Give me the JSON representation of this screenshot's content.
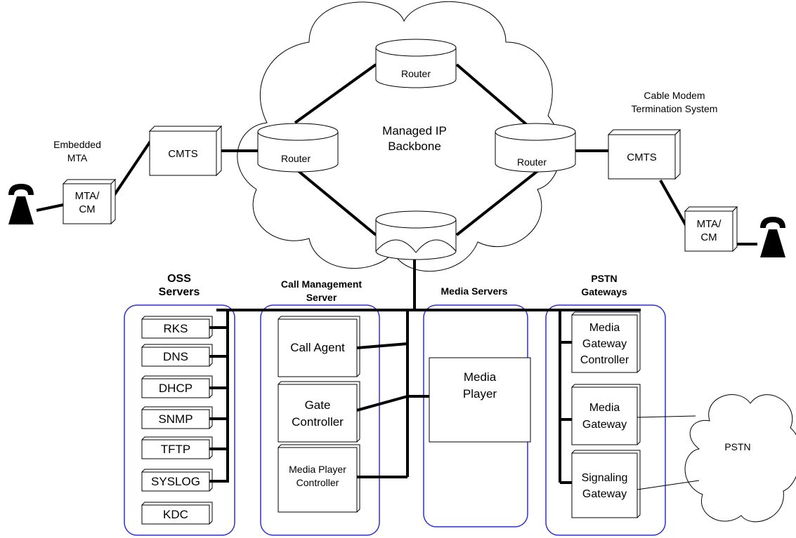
{
  "network": {
    "backbone_label": "Managed IP\nBackbone",
    "pstn_cloud_label": "PSTN",
    "routers": {
      "top": "Router",
      "left": "Router",
      "right": "Router",
      "bottom": ""
    },
    "cmts_left": "CMTS",
    "cmts_right": "CMTS",
    "cmts_right_caption": "Cable Modem\nTermination System",
    "mta_left": "MTA/\nCM",
    "mta_left_caption": "Embedded\nMTA",
    "mta_right": "MTA/\nCM"
  },
  "groups": {
    "oss": {
      "title": "OSS\nServers",
      "items": [
        "RKS",
        "DNS",
        "DHCP",
        "SNMP",
        "TFTP",
        "SYSLOG",
        "KDC"
      ]
    },
    "call_management": {
      "title": "Call Management\nServer",
      "items": [
        "Call Agent",
        "Gate\nController",
        "Media Player\nController"
      ]
    },
    "media_servers": {
      "title": "Media Servers",
      "items": [
        "Media\nPlayer"
      ]
    },
    "pstn_gateways": {
      "title": "PSTN\nGateways",
      "items": [
        "Media\nGateway\nController",
        "Media\nGateway",
        "Signaling\nGateway"
      ]
    }
  },
  "colors": {
    "group_border": "#2f2fd0",
    "line": "#000000",
    "box_fill": "#ffffff"
  }
}
